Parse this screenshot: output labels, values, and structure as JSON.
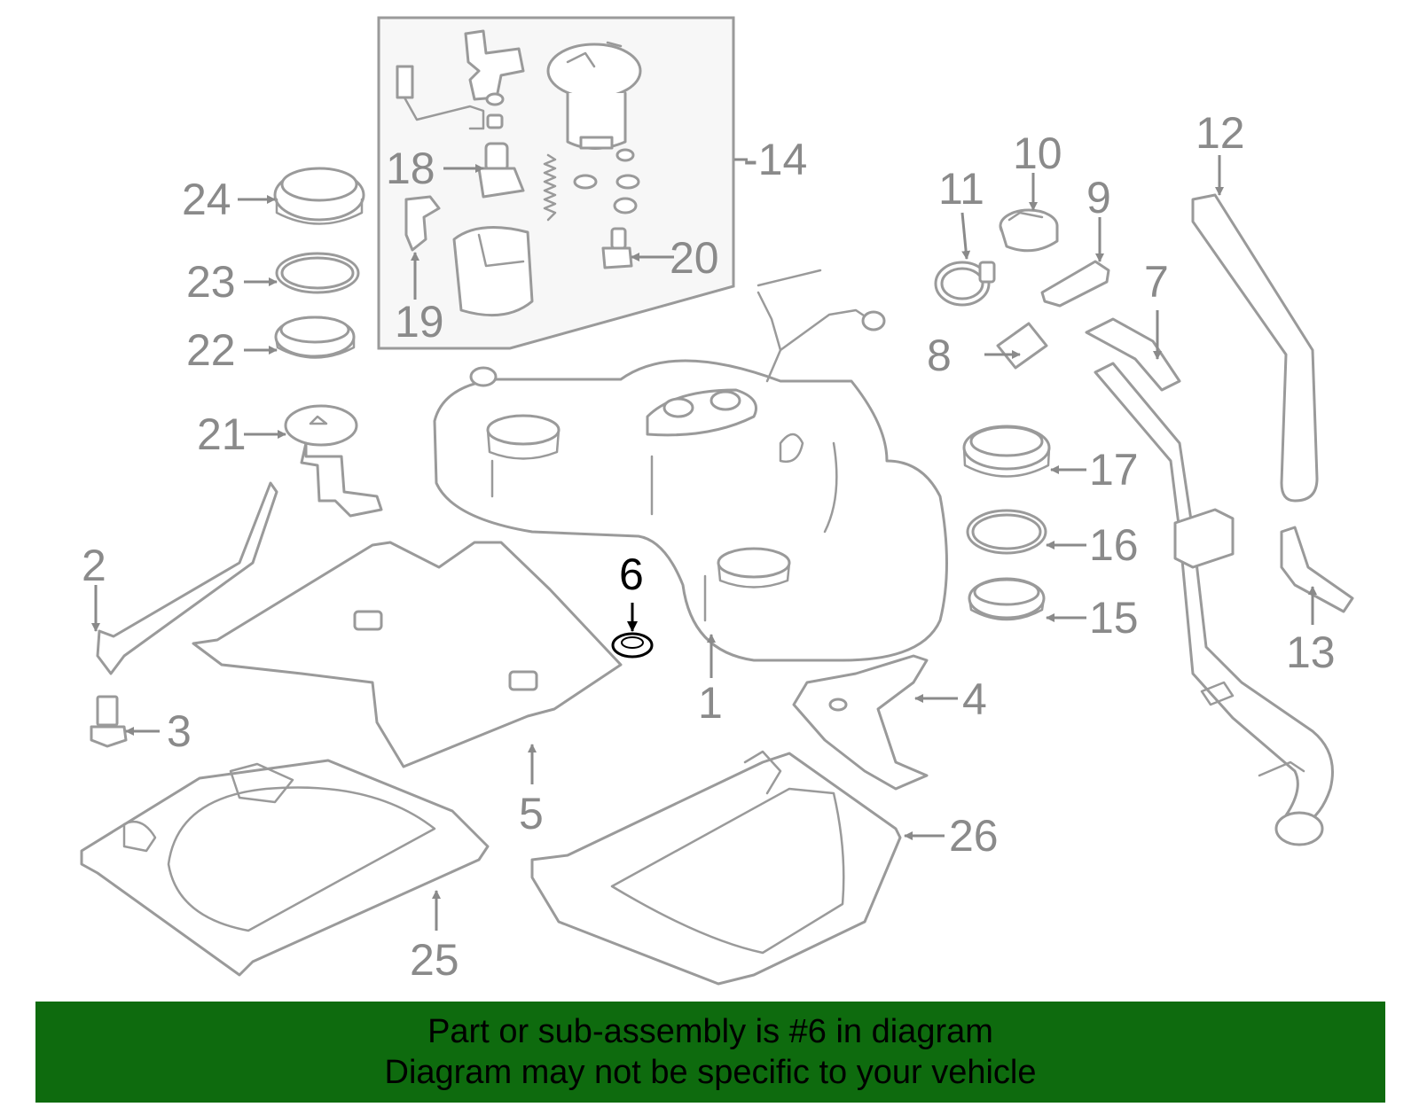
{
  "callouts": {
    "c1": "1",
    "c2": "2",
    "c3": "3",
    "c4": "4",
    "c5": "5",
    "c6": "6",
    "c7": "7",
    "c8": "8",
    "c9": "9",
    "c10": "10",
    "c11": "11",
    "c12": "12",
    "c13": "13",
    "c14": "-14",
    "c15": "15",
    "c16": "16",
    "c17": "17",
    "c18": "18",
    "c19": "19",
    "c20": "20",
    "c21": "21",
    "c22": "22",
    "c23": "23",
    "c24": "24",
    "c25": "25",
    "c26": "26"
  },
  "highlight_color": "#000000",
  "part_color": "#9a9a9a",
  "banner": {
    "line1": "Part or sub-assembly is #6 in diagram",
    "line2": "Diagram may not be specific to your vehicle",
    "background": "#0e6b0e"
  }
}
